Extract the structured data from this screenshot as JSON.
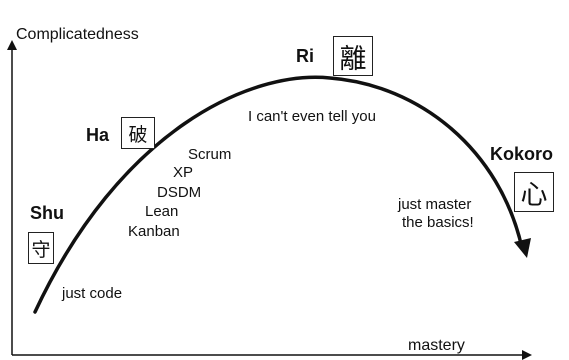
{
  "axes": {
    "y_label": "Complicatedness",
    "x_label": "mastery"
  },
  "stages": {
    "shu": {
      "label": "Shu",
      "kanji": "守",
      "note": "just code"
    },
    "ha": {
      "label": "Ha",
      "kanji": "破",
      "methods": [
        "Scrum",
        "XP",
        "DSDM",
        "Lean",
        "Kanban"
      ]
    },
    "ri": {
      "label": "Ri",
      "kanji": "離",
      "note": "I can't even tell you"
    },
    "kokoro": {
      "label": "Kokoro",
      "kanji": "心",
      "note_lines": [
        "just master",
        "the basics!"
      ]
    }
  },
  "colors": {
    "ink": "#111111",
    "background": "#ffffff"
  }
}
